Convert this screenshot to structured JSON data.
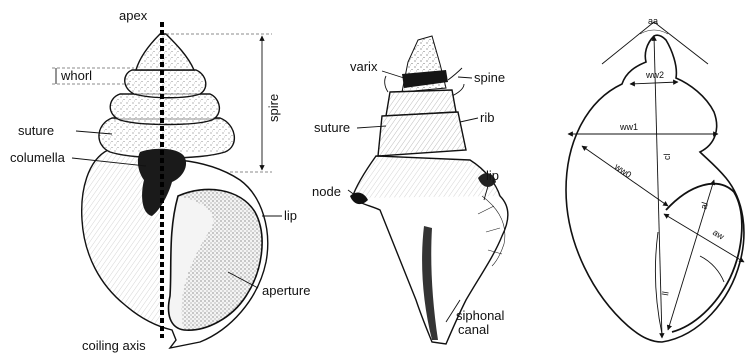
{
  "figure_a": {
    "labels": {
      "apex": "apex",
      "whorl": "whorl",
      "spire": "spire",
      "suture": "suture",
      "columella": "columella",
      "lip": "lip",
      "aperture": "aperture",
      "coiling_axis": "coiling axis"
    }
  },
  "figure_b": {
    "labels": {
      "varix": "varix",
      "spine": "spine",
      "suture": "suture",
      "rib": "rib",
      "node": "node",
      "lip": "lip",
      "siphonal": "siphonal",
      "canal": "canal"
    }
  },
  "figure_c": {
    "labels": {
      "aa": "aa",
      "ww2": "ww2",
      "ww1": "ww1",
      "ww0": "ww0",
      "cl": "cl",
      "al": "al",
      "aw": "aw",
      "ll": "ll"
    }
  }
}
